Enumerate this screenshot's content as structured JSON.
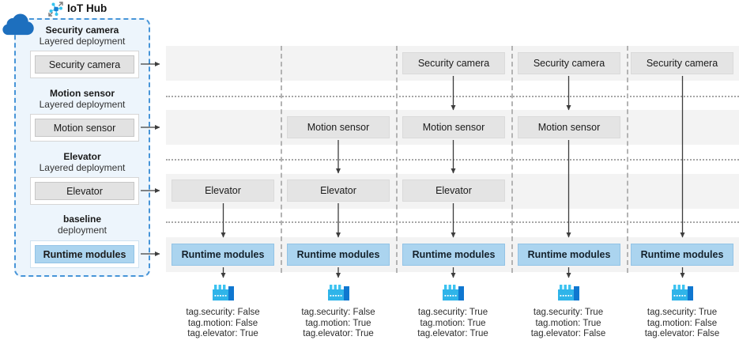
{
  "title": "IoT Hub",
  "hub": {
    "items": [
      {
        "name": "Security camera",
        "subtitle": "Layered deployment",
        "box_label": "Security camera",
        "style": "gray"
      },
      {
        "name": "Motion sensor",
        "subtitle": "Layered deployment",
        "box_label": "Motion sensor",
        "style": "gray"
      },
      {
        "name": "Elevator",
        "subtitle": "Layered deployment",
        "box_label": "Elevator",
        "style": "gray"
      },
      {
        "name": "baseline",
        "subtitle": "deployment",
        "box_label": "Runtime modules",
        "style": "blue"
      }
    ]
  },
  "devices": {
    "columns": [
      {
        "boxes": {
          "elevator": "Elevator",
          "runtime": "Runtime modules"
        },
        "tags": [
          "tag.security: False",
          "tag.motion: False",
          "tag.elevator: True"
        ]
      },
      {
        "boxes": {
          "motion": "Motion sensor",
          "elevator": "Elevator",
          "runtime": "Runtime modules"
        },
        "tags": [
          "tag.security: False",
          "tag.motion: True",
          "tag.elevator: True"
        ]
      },
      {
        "boxes": {
          "security": "Security camera",
          "motion": "Motion sensor",
          "elevator": "Elevator",
          "runtime": "Runtime modules"
        },
        "tags": [
          "tag.security: True",
          "tag.motion: True",
          "tag.elevator: True"
        ]
      },
      {
        "boxes": {
          "security": "Security camera",
          "motion": "Motion sensor",
          "runtime": "Runtime modules"
        },
        "tags": [
          "tag.security: True",
          "tag.motion: True",
          "tag.elevator: False"
        ]
      },
      {
        "boxes": {
          "security": "Security camera",
          "runtime": "Runtime modules"
        },
        "tags": [
          "tag.security: True",
          "tag.motion: False",
          "tag.elevator: False"
        ]
      }
    ]
  },
  "colors": {
    "panel_border_blue": "#4795d8",
    "panel_background": "#edf5fc",
    "cloud_blue": "#1d6fbe",
    "box_gray": "#e4e4e4",
    "box_blue": "#abd4ef",
    "band_gray": "#f3f3f3",
    "arrow_gray": "#3d3d3d",
    "edge_icon_light_blue": "#2fb4e9",
    "edge_icon_dark_blue": "#0f77d0"
  }
}
